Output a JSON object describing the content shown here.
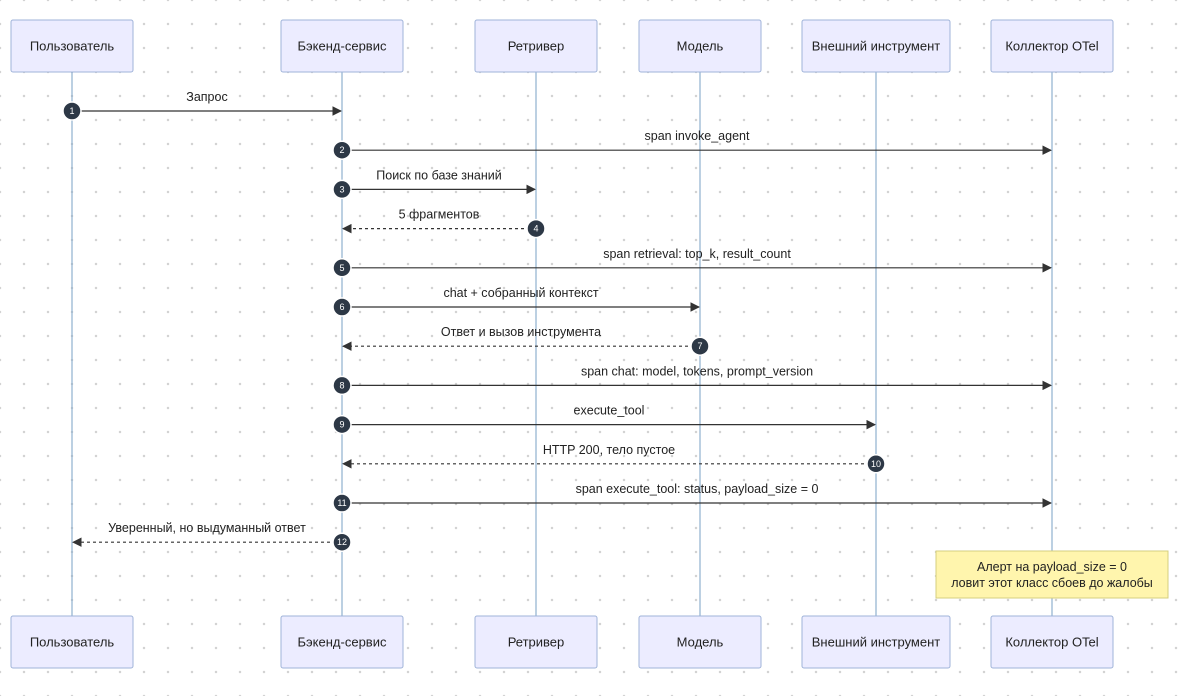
{
  "participants": [
    {
      "id": "user",
      "label": "Пользователь"
    },
    {
      "id": "backend",
      "label": "Бэкенд-сервис"
    },
    {
      "id": "retriever",
      "label": "Ретривер"
    },
    {
      "id": "model",
      "label": "Модель"
    },
    {
      "id": "tool",
      "label": "Внешний инструмент"
    },
    {
      "id": "otel",
      "label": "Коллектор OTel"
    }
  ],
  "messages": [
    {
      "seq": "1",
      "from": "user",
      "to": "backend",
      "label": "Запрос",
      "style": "solid"
    },
    {
      "seq": "2",
      "from": "backend",
      "to": "otel",
      "label": "span invoke_agent",
      "style": "solid"
    },
    {
      "seq": "3",
      "from": "backend",
      "to": "retriever",
      "label": "Поиск по базе знаний",
      "style": "solid"
    },
    {
      "seq": "4",
      "from": "retriever",
      "to": "backend",
      "label": "5 фрагментов",
      "style": "dashed"
    },
    {
      "seq": "5",
      "from": "backend",
      "to": "otel",
      "label": "span retrieval: top_k, result_count",
      "style": "solid"
    },
    {
      "seq": "6",
      "from": "backend",
      "to": "model",
      "label": "chat + собранный контекст",
      "style": "solid"
    },
    {
      "seq": "7",
      "from": "model",
      "to": "backend",
      "label": "Ответ и вызов инструмента",
      "style": "dashed"
    },
    {
      "seq": "8",
      "from": "backend",
      "to": "otel",
      "label": "span chat: model, tokens, prompt_version",
      "style": "solid"
    },
    {
      "seq": "9",
      "from": "backend",
      "to": "tool",
      "label": "execute_tool",
      "style": "solid"
    },
    {
      "seq": "10",
      "from": "tool",
      "to": "backend",
      "label": "HTTP 200, тело пустое",
      "style": "dashed"
    },
    {
      "seq": "11",
      "from": "backend",
      "to": "otel",
      "label": "span execute_tool: status, payload_size = 0",
      "style": "solid"
    },
    {
      "seq": "12",
      "from": "backend",
      "to": "user",
      "label": "Уверенный, но выдуманный ответ",
      "style": "dashed"
    }
  ],
  "note": {
    "over": "otel",
    "lines": [
      "Алерт на payload_size = 0",
      "ловит этот класс сбоев до жалобы"
    ]
  },
  "colors": {
    "actor_fill": "#ECECFF",
    "lifeline": "#8fb0cf",
    "arrow": "#333333",
    "seq_marker": "#2d3846",
    "note_fill": "#fff5ad"
  }
}
